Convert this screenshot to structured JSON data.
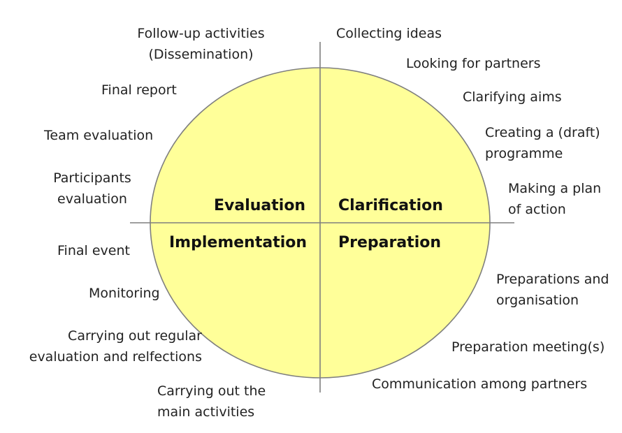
{
  "quadrants": {
    "top_left": "Evaluation",
    "top_right": "Clarification",
    "bottom_left": "Implementation",
    "bottom_right": "Preparation"
  },
  "labels": {
    "evaluation": {
      "followup_line1": "Follow-up activities",
      "followup_line2": "(Dissemination)",
      "final_report": "Final report",
      "team_evaluation": "Team evaluation",
      "participants_line1": "Participants",
      "participants_line2": "evaluation"
    },
    "clarification": {
      "collecting_ideas": "Collecting ideas",
      "looking_partners": "Looking for partners",
      "clarifying_aims": "Clarifying aims",
      "draft_line1": "Creating a (draft)",
      "draft_line2": "programme",
      "plan_line1": "Making a plan",
      "plan_line2": "of action"
    },
    "implementation": {
      "final_event": "Final event",
      "monitoring": "Monitoring",
      "regular_line1": "Carrying out regular",
      "regular_line2": "evaluation and relfections",
      "main_line1": "Carrying out the",
      "main_line2": "main activities"
    },
    "preparation": {
      "prep_org_line1": "Preparations and",
      "prep_org_line2": "organisation",
      "prep_meeting": "Preparation meeting(s)",
      "communication": "Communication among partners"
    }
  },
  "colors": {
    "fill": "#ffff99",
    "outline": "#7f7f7f",
    "axis": "#7f7f7f"
  }
}
